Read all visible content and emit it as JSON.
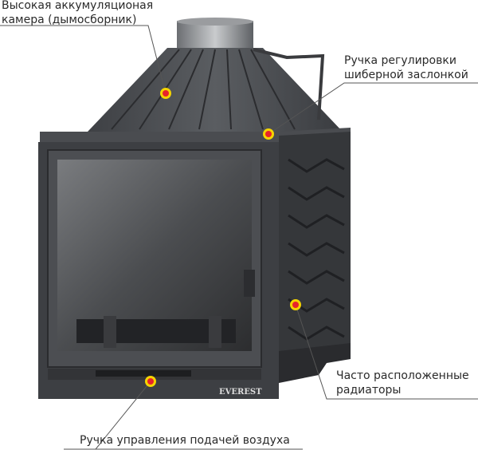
{
  "callouts": [
    {
      "lines": [
        "Высокая аккумуляционая",
        "камера (дымосборник)"
      ]
    },
    {
      "lines": [
        "Ручка регулировки",
        "шиберной заслонкой"
      ]
    },
    {
      "lines": [
        "Часто расположенные",
        "радиаторы"
      ]
    },
    {
      "lines": [
        "Ручка управления подачей воздуха"
      ]
    }
  ],
  "brand": "EVEREST",
  "colors": {
    "marker": "#e8232a",
    "marker_ring": "#f5d400",
    "line": "#555555"
  }
}
